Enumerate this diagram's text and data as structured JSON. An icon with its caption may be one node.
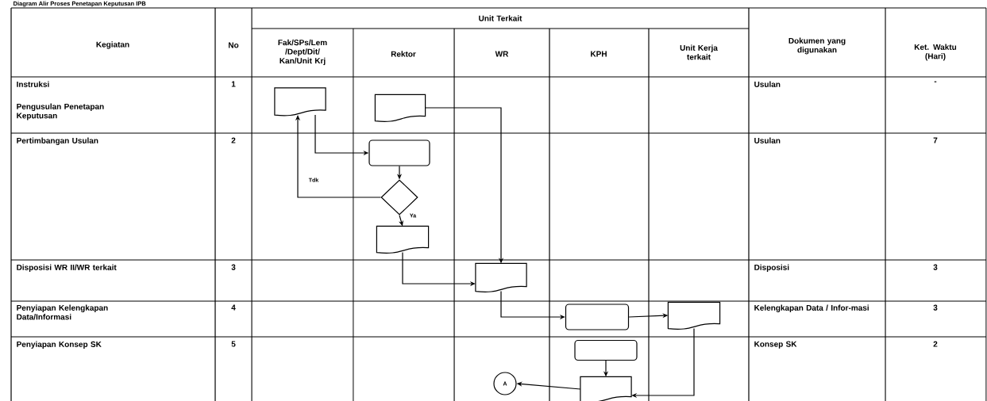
{
  "diagram": {
    "title": "Diagram Alir Proses Penetapan Keputusan IPB",
    "nodes": [
      {
        "text": [],
        "shape": "document"
      },
      {
        "text": [],
        "shape": "document"
      },
      {
        "text": [],
        "shape": "box"
      },
      {
        "text": [],
        "shape": "diamond"
      },
      {
        "text": [],
        "shape": "document"
      },
      {
        "text": [],
        "shape": "document"
      },
      {
        "text": [],
        "shape": "box"
      },
      {
        "text": [],
        "shape": "document"
      },
      {
        "text": [],
        "shape": "box"
      },
      {
        "text": [],
        "shape": "document"
      },
      {
        "text": [
          "A"
        ]
      }
    ],
    "edges": [
      {
        "from": 1,
        "to": 5,
        "arrow": "to"
      },
      {
        "from": 0,
        "to": 2,
        "arrow": "to"
      },
      {
        "from": 2,
        "to": 3,
        "arrow": "to"
      },
      {
        "from": 3,
        "to": 0,
        "arrow": "to",
        "label": "Tdk"
      },
      {
        "from": 3,
        "to": 4,
        "arrow": "to",
        "label": "Ya"
      },
      {
        "from": 4,
        "to": 5,
        "arrow": "to"
      },
      {
        "from": 5,
        "to": 6,
        "arrow": "to"
      },
      {
        "from": 6,
        "to": 7,
        "arrow": "to"
      },
      {
        "from": 7,
        "to": 9,
        "arrow": "to"
      },
      {
        "from": 8,
        "to": 9,
        "arrow": "to"
      },
      {
        "from": 9,
        "to": 10,
        "arrow": "to"
      }
    ],
    "labels": [
      "Kegiatan",
      "No",
      "Unit Terkait",
      "Fak/SPs/Lem /Dept/Dit/ Kan/Unit Krj",
      "Rektor",
      "WR",
      "KPH",
      "Unit Kerja terkait",
      "Dokumen yang digunakan",
      "Ket. Waktu (Hari)",
      "Instruksi",
      "1",
      "Usulan",
      "-",
      "Pengusulan Penetapan Keputusan",
      "Pertimbangan Usulan",
      "2",
      "Usulan",
      "7",
      "Disposisi WR II/WR terkait",
      "3",
      "Disposisi",
      "3",
      "Penyiapan Kelengkapan Data/Informasi",
      "4",
      "Kelengkapan Data / Infor-masi",
      "3",
      "Penyiapan Konsep SK",
      "5",
      "Konsep SK",
      "2"
    ]
  }
}
